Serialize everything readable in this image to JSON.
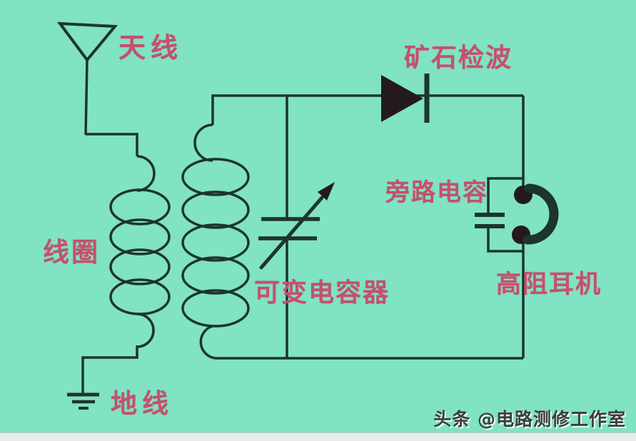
{
  "page": {
    "type": "crystal-radio-circuit-diagram",
    "colors": {
      "background": "#80e3c3",
      "line": "#1d352b",
      "symbol_fill": "#241a1e",
      "label_text": "#c5506d",
      "watermark_text": "#3d3d3d",
      "bottom_strip": "#e7ece8"
    }
  },
  "labels": {
    "antenna": "天线",
    "crystal_detector": "矿石检波",
    "coil": "线圈",
    "variable_capacitor": "可变电容器",
    "bypass_capacitor": "旁路电容",
    "earphone": "高阻耳机",
    "ground": "地线"
  },
  "watermark": {
    "text": "头条 @电路测修工作室"
  },
  "components": [
    {
      "id": "antenna",
      "symbol": "antenna",
      "label": "天线"
    },
    {
      "id": "transformer-coils",
      "symbol": "inductor-coils",
      "label": "线圈"
    },
    {
      "id": "variable-capacitor",
      "symbol": "variable-capacitor",
      "label": "可变电容器"
    },
    {
      "id": "detector-diode",
      "symbol": "diode",
      "label": "矿石检波"
    },
    {
      "id": "bypass-capacitor",
      "symbol": "capacitor",
      "label": "旁路电容"
    },
    {
      "id": "earphone",
      "symbol": "earphone",
      "label": "高阻耳机"
    },
    {
      "id": "ground",
      "symbol": "earth-ground",
      "label": "地线"
    }
  ]
}
